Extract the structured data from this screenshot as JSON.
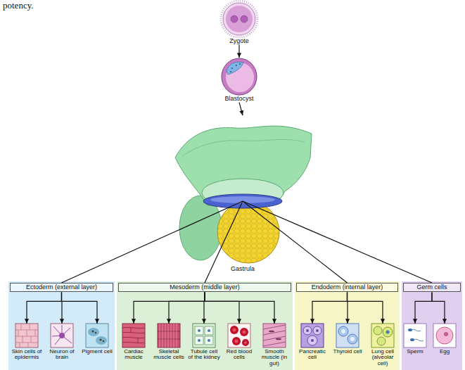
{
  "diagram": {
    "nodes": [
      {
        "text": [
          "Zygote"
        ]
      },
      {
        "text": [
          "Blastocyst"
        ]
      },
      {
        "text": [
          "Gastrula"
        ]
      },
      {
        "text": [
          "Ectoderm (external layer)"
        ]
      },
      {
        "text": [
          "Skin cells of epidermis"
        ]
      },
      {
        "text": [
          "Neuron of brain"
        ]
      },
      {
        "text": [
          "Pigment cell"
        ]
      },
      {
        "text": [
          "Mesoderm (middle layer)"
        ]
      },
      {
        "text": [
          "Cardiac muscle"
        ]
      },
      {
        "text": [
          "Skeletal muscle cells"
        ]
      },
      {
        "text": [
          "Tubule cell of the kidney"
        ]
      },
      {
        "text": [
          "Red blood cells"
        ]
      },
      {
        "text": [
          "Smooth muscle (in gut)"
        ]
      },
      {
        "text": [
          "Endoderm (internal layer)"
        ]
      },
      {
        "text": [
          "Pancreatic cell"
        ]
      },
      {
        "text": [
          "Thyroid cell"
        ]
      },
      {
        "text": [
          "Lung cell (alveolar cell)"
        ]
      },
      {
        "text": [
          "Germ cells"
        ]
      },
      {
        "text": [
          "Sperm"
        ]
      },
      {
        "text": [
          "Egg"
        ]
      }
    ],
    "edges": [
      {
        "from": 0,
        "to": 1,
        "arrow": "to"
      },
      {
        "from": 1,
        "to": 2,
        "arrow": "to"
      },
      {
        "from": 2,
        "to": 3,
        "arrow": "none"
      },
      {
        "from": 2,
        "to": 7,
        "arrow": "none"
      },
      {
        "from": 2,
        "to": 13,
        "arrow": "none"
      },
      {
        "from": 2,
        "to": 17,
        "arrow": "none"
      },
      {
        "from": 3,
        "to": 4,
        "arrow": "to"
      },
      {
        "from": 3,
        "to": 5,
        "arrow": "to"
      },
      {
        "from": 3,
        "to": 6,
        "arrow": "to"
      },
      {
        "from": 7,
        "to": 8,
        "arrow": "to"
      },
      {
        "from": 7,
        "to": 9,
        "arrow": "to"
      },
      {
        "from": 7,
        "to": 10,
        "arrow": "to"
      },
      {
        "from": 7,
        "to": 11,
        "arrow": "to"
      },
      {
        "from": 7,
        "to": 12,
        "arrow": "to"
      },
      {
        "from": 13,
        "to": 14,
        "arrow": "to"
      },
      {
        "from": 13,
        "to": 15,
        "arrow": "to"
      },
      {
        "from": 13,
        "to": 16,
        "arrow": "to"
      },
      {
        "from": 17,
        "to": 18,
        "arrow": "to"
      },
      {
        "from": 17,
        "to": 19,
        "arrow": "to"
      }
    ],
    "labels": [
      "potency."
    ]
  }
}
